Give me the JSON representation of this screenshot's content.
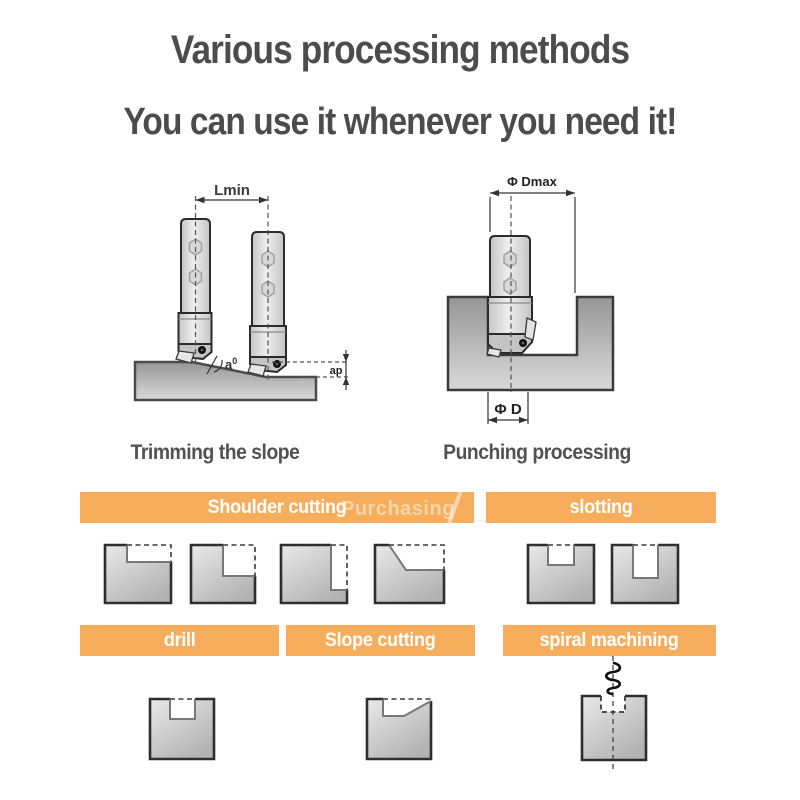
{
  "header": {
    "title": "Various processing methods",
    "subtitle": "You can use it whenever you need it!",
    "text_color": "#4c4c4c"
  },
  "diagrams": {
    "left": {
      "caption": "Trimming the slope",
      "labels": {
        "lmin": "Lmin",
        "angle_base": "a",
        "angle_sup": "0",
        "ap": "ap"
      }
    },
    "right": {
      "caption": "Punching processing",
      "labels": {
        "dmax": "Φ Dmax",
        "d": "Φ D"
      }
    }
  },
  "watermark": {
    "text": "Purchasing"
  },
  "banners": {
    "bg": "#F6AE5C",
    "text_color": "#ffffff",
    "row1": [
      {
        "label": "Shoulder cutting"
      },
      {
        "label": "slotting"
      }
    ],
    "row2": [
      {
        "label": "drill"
      },
      {
        "label": "Slope cutting"
      },
      {
        "label": "spiral machining"
      }
    ]
  }
}
